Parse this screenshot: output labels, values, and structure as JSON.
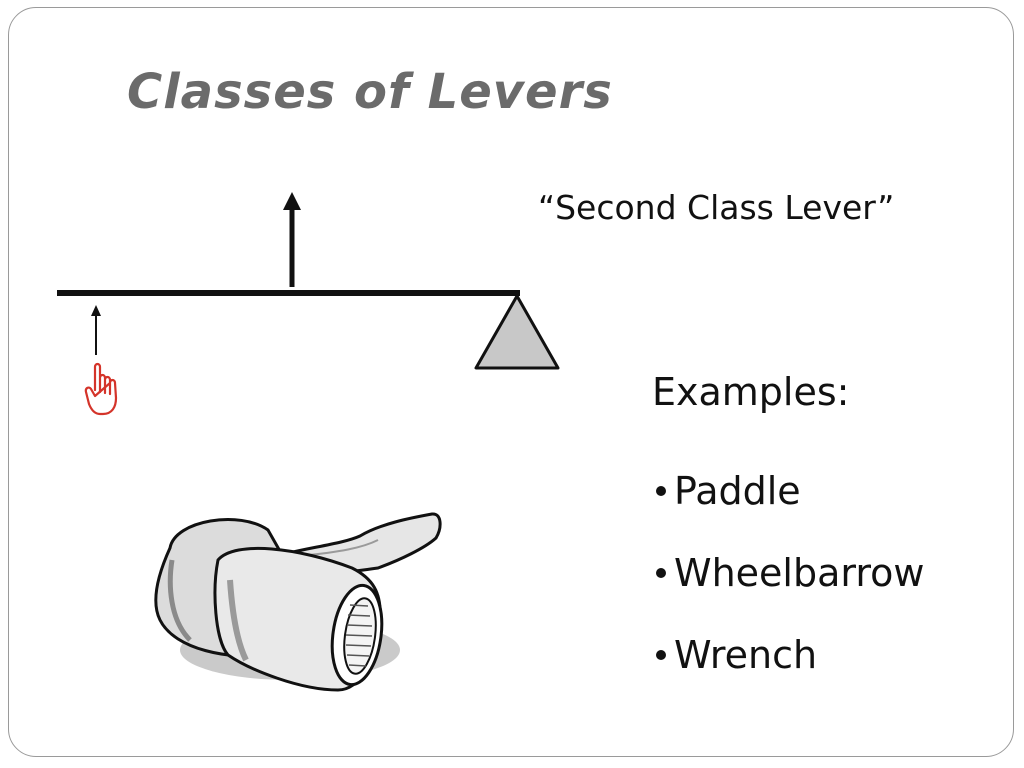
{
  "slide": {
    "title": "Classes of Levers",
    "subtitle": "“Second Class Lever”",
    "examples_heading": "Examples:",
    "examples": [
      "Paddle",
      "Wheelbarrow",
      "Wrench"
    ]
  },
  "diagram": {
    "lever_color": "#111111",
    "fulcrum_fill": "#c8c8c8",
    "hand_color": "#d4342a",
    "icons": [
      "load-arrow-icon",
      "effort-arrow-icon",
      "fulcrum-triangle-icon",
      "pointing-hand-icon",
      "wrench-socket-icon"
    ]
  }
}
